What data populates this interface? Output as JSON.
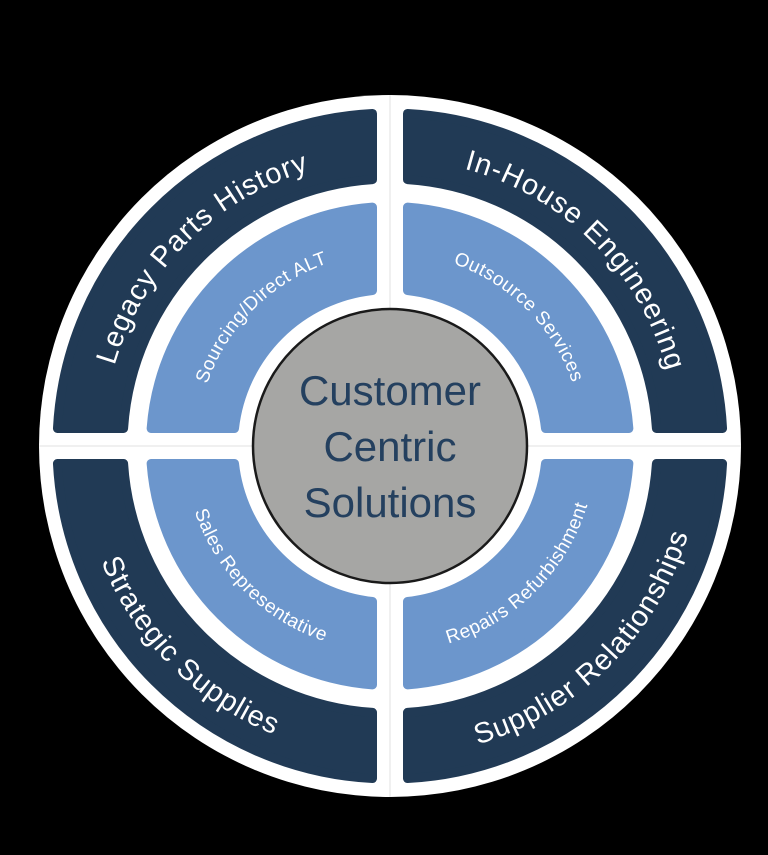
{
  "background_color": "#000000",
  "wheel": {
    "title": "Customer Centric Solutions Wheel",
    "center_label_lines": [
      "Customer",
      "Centric",
      "Solutions"
    ],
    "colors": {
      "outer_ring": "#213A55",
      "inner_ring": "#6C96CC",
      "hub_fill": "#A6A6A4",
      "hub_outline": "#1A1A1A",
      "ring_text": "#FFFFFF",
      "hub_text": "#24405F",
      "divider": "#FFFFFF",
      "seam": "#ECECEC"
    },
    "quadrants": [
      {
        "position": "top-left",
        "outer_label": "Legacy Parts History",
        "inner_label": "Sourcing/Direct ALT"
      },
      {
        "position": "top-right",
        "outer_label": "In-House Engineering",
        "inner_label": "Outsource Services"
      },
      {
        "position": "bottom-left",
        "outer_label": "Strategic Supplies",
        "inner_label": "Sales Representative"
      },
      {
        "position": "bottom-right",
        "outer_label": "Supplier Relationships",
        "inner_label": "Repairs Refurbishment"
      }
    ]
  }
}
